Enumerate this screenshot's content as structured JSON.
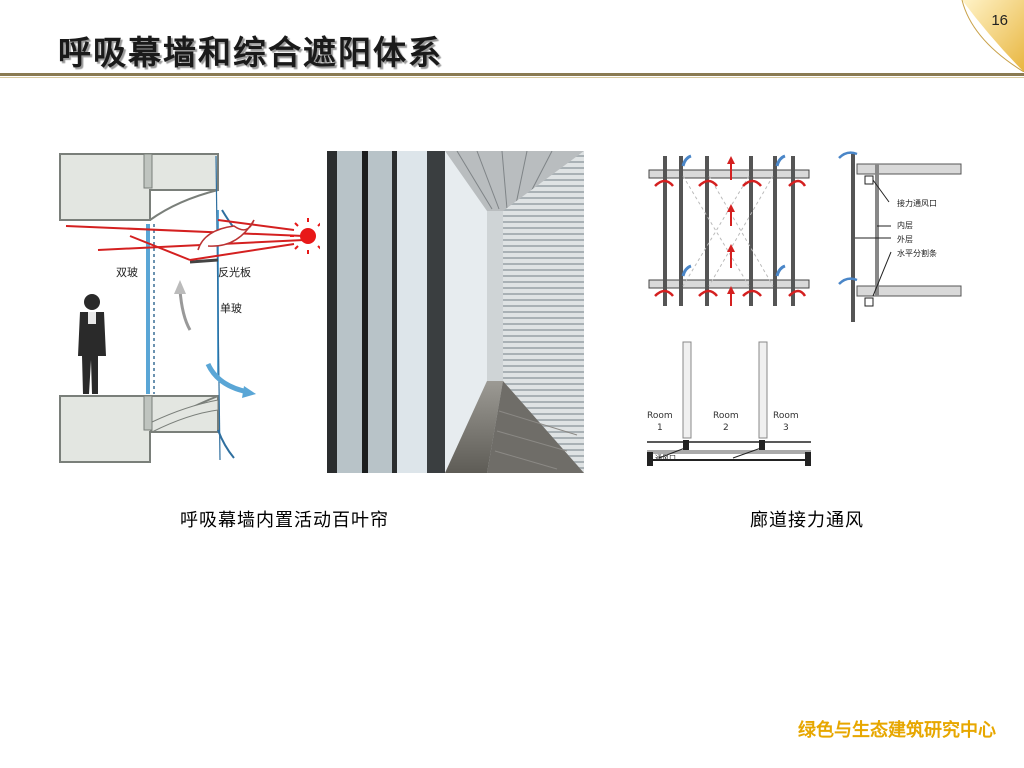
{
  "slide": {
    "title": "呼吸幕墙和综合遮阳体系",
    "page_number": "16",
    "footer": "绿色与生态建筑研究中心"
  },
  "figure_left": {
    "label_double_glass": "双玻",
    "label_reflector": "反光板",
    "label_single_glass": "单玻",
    "caption": "呼吸幕墙内置活动百叶帘"
  },
  "figure_right": {
    "legend": [
      "接力通风口",
      "内层",
      "外层",
      "水平分割条"
    ],
    "rooms": [
      "Room\n1",
      "Room\n2",
      "Room\n3"
    ],
    "room1": "Room",
    "room1_num": "1",
    "room2": "Room",
    "room2_num": "2",
    "room3": "Room",
    "room3_num": "3",
    "vent_label": "通风口",
    "caption": "廊道接力通风"
  },
  "colors": {
    "accent": "#e7a700",
    "rule": "#8a7a52",
    "arrow_red": "#d42020",
    "arrow_blue": "#4a86c8"
  }
}
